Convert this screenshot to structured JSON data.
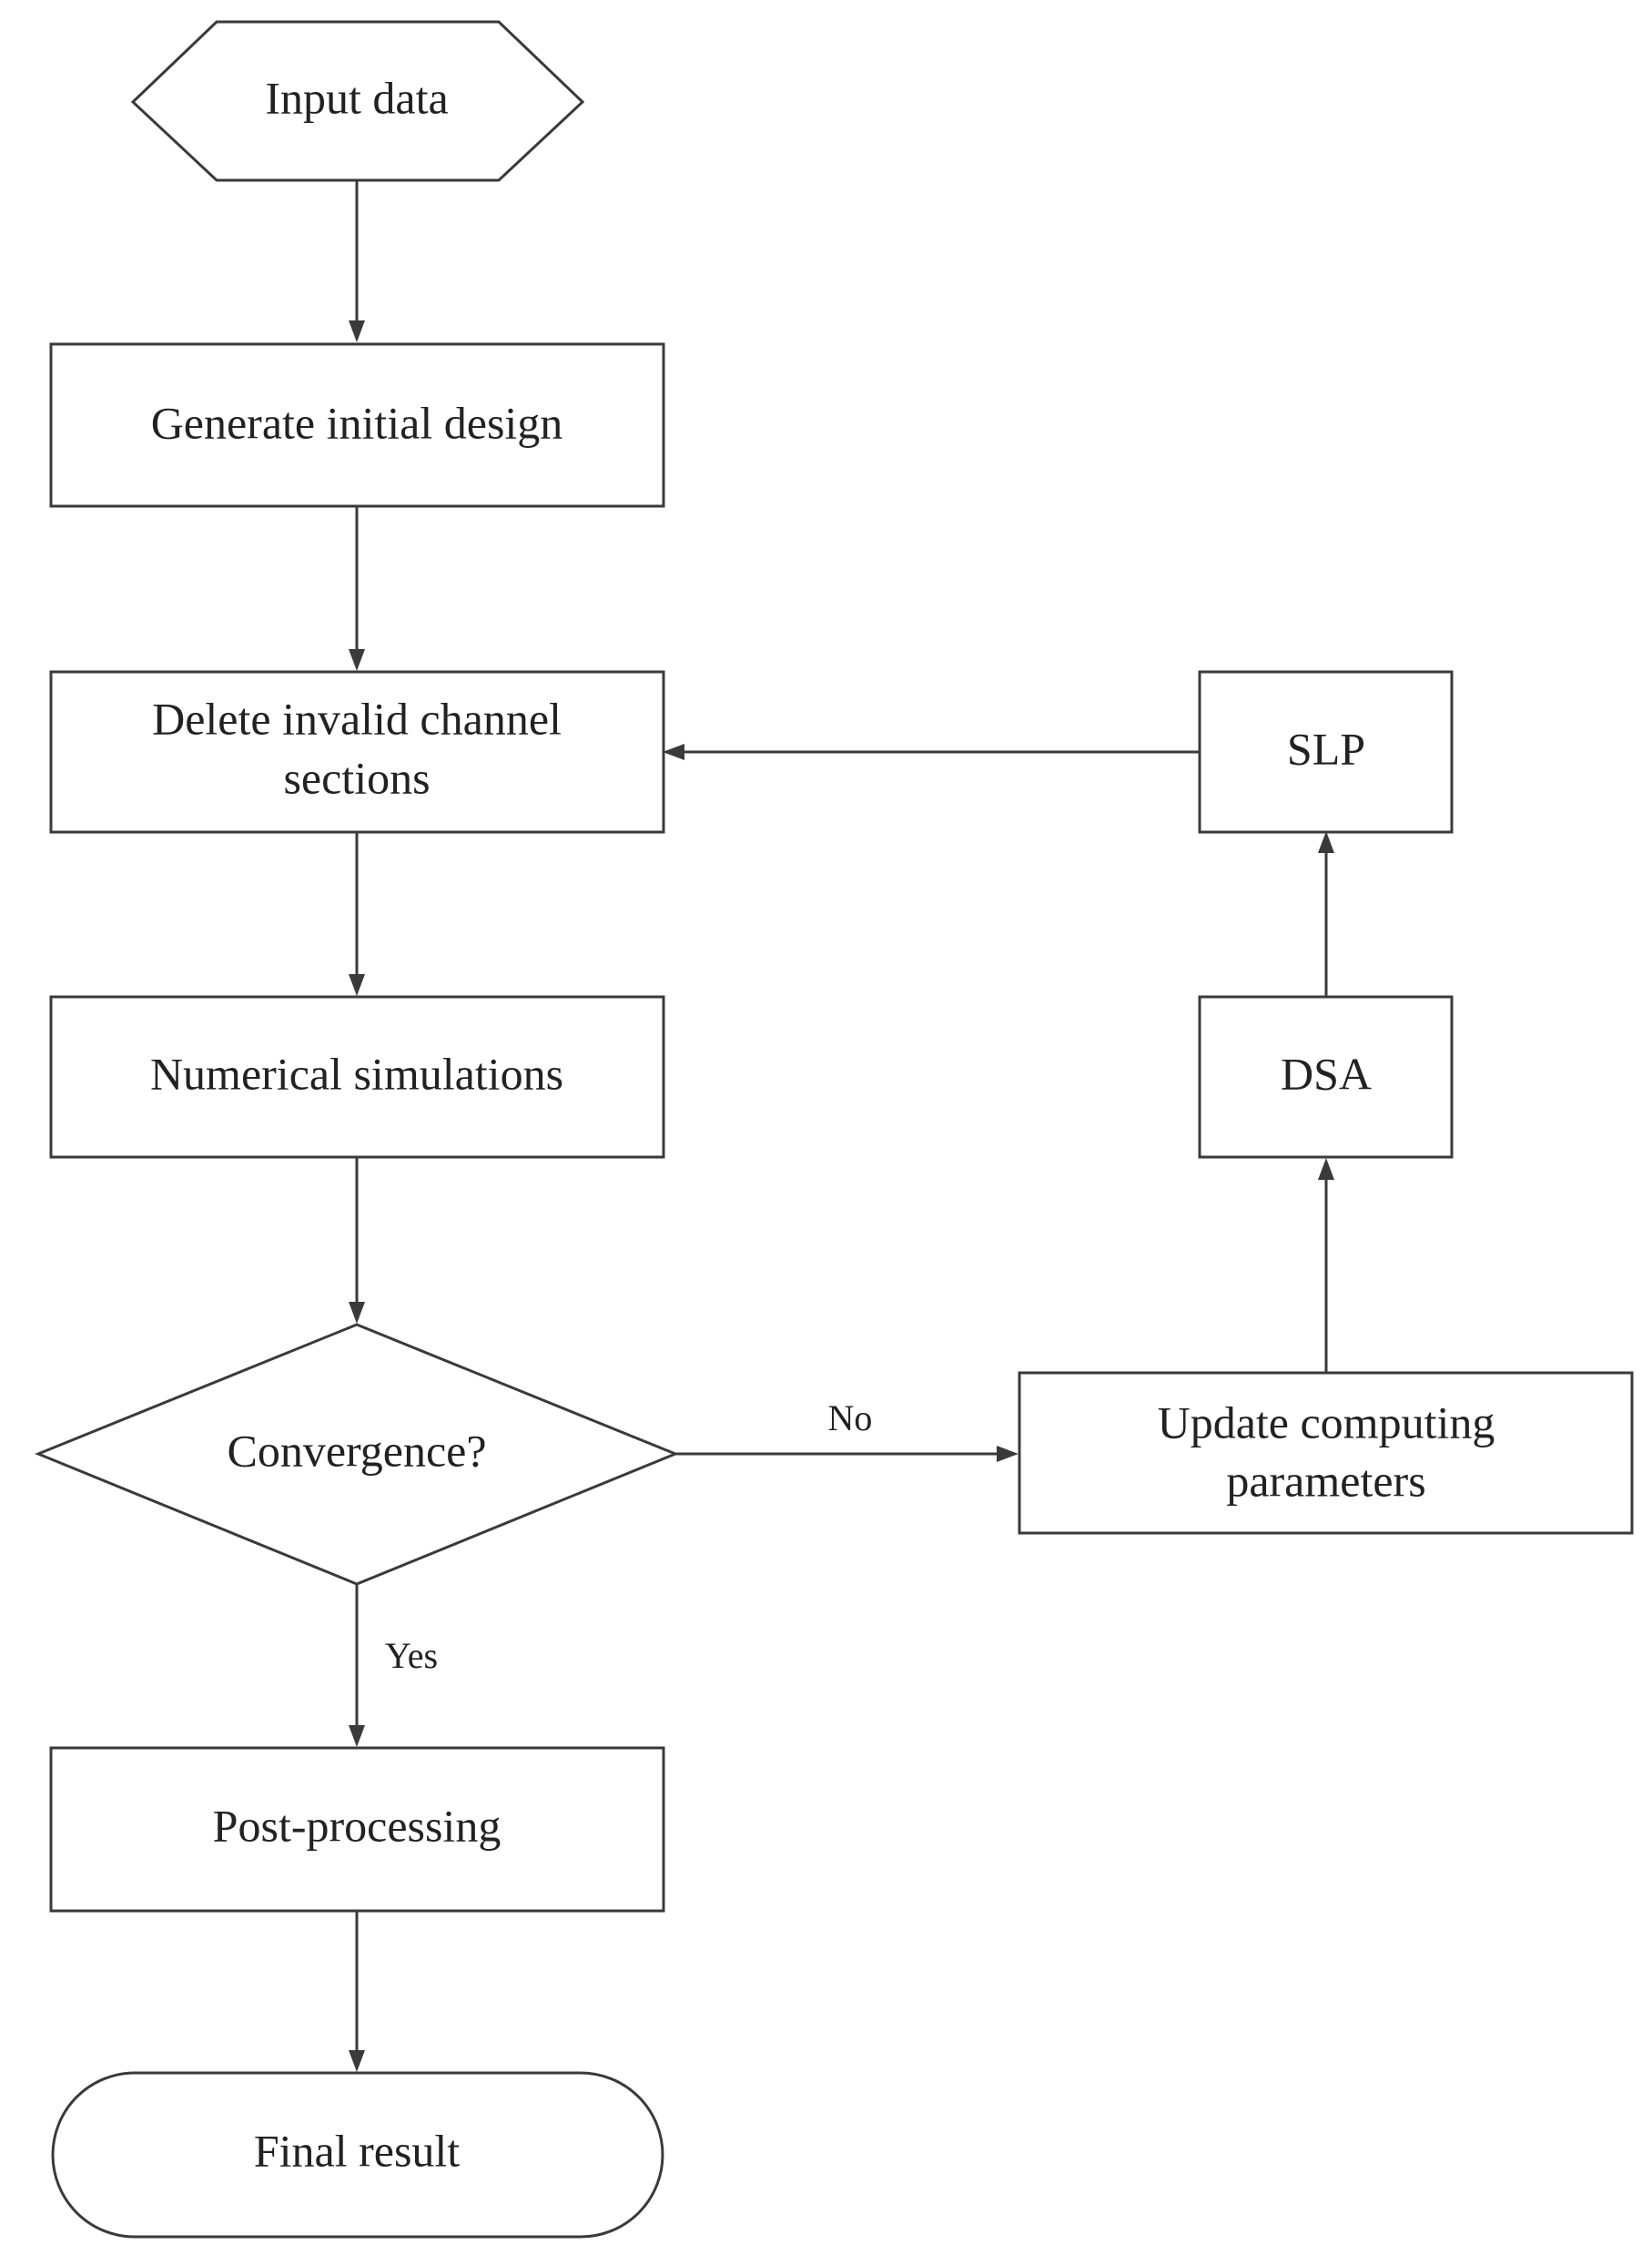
{
  "diagram": {
    "nodes": {
      "input": {
        "shape": "hexagon",
        "lines": [
          "Input data"
        ]
      },
      "generate": {
        "shape": "rectangle",
        "lines": [
          "Generate initial design"
        ]
      },
      "delete": {
        "shape": "rectangle",
        "lines": [
          "Delete invalid channel",
          "sections"
        ]
      },
      "simulate": {
        "shape": "rectangle",
        "lines": [
          "Numerical simulations"
        ]
      },
      "convergence": {
        "shape": "diamond",
        "lines": [
          "Convergence?"
        ]
      },
      "postprocess": {
        "shape": "rectangle",
        "lines": [
          "Post-processing"
        ]
      },
      "final": {
        "shape": "terminal",
        "lines": [
          "Final result"
        ]
      },
      "update": {
        "shape": "rectangle",
        "lines": [
          "Update computing",
          "parameters"
        ]
      },
      "dsa": {
        "shape": "rectangle",
        "lines": [
          "DSA"
        ]
      },
      "slp": {
        "shape": "rectangle",
        "lines": [
          "SLP"
        ]
      }
    },
    "edges": [
      {
        "from": "input",
        "to": "generate",
        "label": ""
      },
      {
        "from": "generate",
        "to": "delete",
        "label": ""
      },
      {
        "from": "delete",
        "to": "simulate",
        "label": ""
      },
      {
        "from": "simulate",
        "to": "convergence",
        "label": ""
      },
      {
        "from": "convergence",
        "to": "postprocess",
        "label": "Yes"
      },
      {
        "from": "postprocess",
        "to": "final",
        "label": ""
      },
      {
        "from": "convergence",
        "to": "update",
        "label": "No"
      },
      {
        "from": "update",
        "to": "dsa",
        "label": ""
      },
      {
        "from": "dsa",
        "to": "slp",
        "label": ""
      },
      {
        "from": "slp",
        "to": "delete",
        "label": ""
      }
    ]
  }
}
